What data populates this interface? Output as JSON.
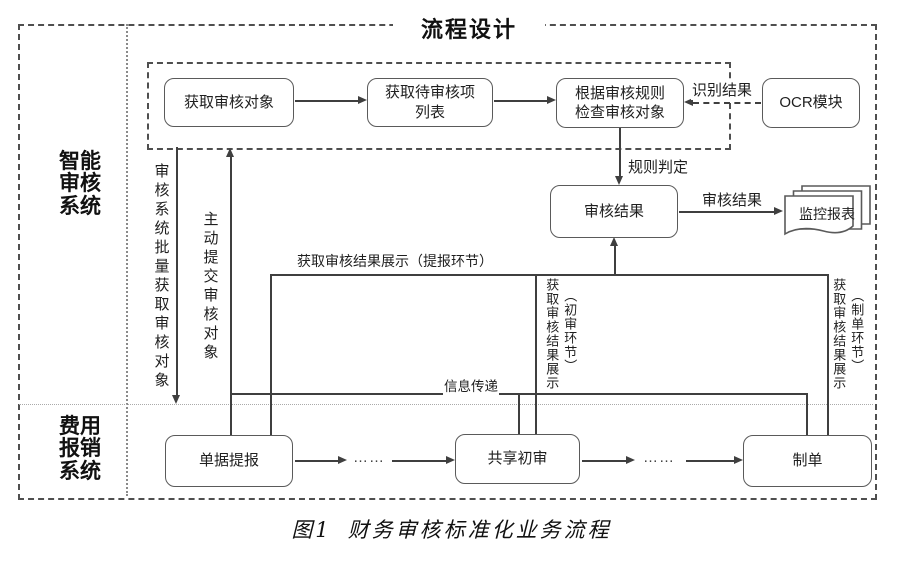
{
  "title": "流程设计",
  "regions": {
    "intelligent_audit": "智能审核系统",
    "expense_system": "费用报销系统"
  },
  "nodes": {
    "fetch_object": "获取审核对象",
    "fetch_list": "获取待审核项\n列表",
    "rule_check": "根据审核规则\n检查审核对象",
    "ocr": "OCR模块",
    "audit_result": "审核结果",
    "monitor_report": "监控报表",
    "doc_submit": "单据提报",
    "shared_review": "共享初审",
    "voucher": "制单"
  },
  "edge_labels": {
    "recognition_result": "识别结果",
    "rule_judge": "规则判定",
    "audit_result_out": "审核结果",
    "result_display_submit": "获取审核结果展示（提报环节）",
    "info_transfer": "信息传递",
    "batch_fetch": "审核系统批量获取审核对象",
    "active_submit": "主动提交审核对象",
    "result_display_review": "获取审核结果展示",
    "result_display_review_note": "（初审环节）",
    "result_display_voucher": "获取审核结果展示",
    "result_display_voucher_note": "（制单环节）",
    "ellipsis1": "……",
    "ellipsis2": "……"
  },
  "caption": {
    "prefix": "图1",
    "text": "财务审核标准化业务流程"
  },
  "colors": {
    "line": "#3f3f3f",
    "border": "#4f4f4f",
    "text": "#1f1f1f"
  }
}
